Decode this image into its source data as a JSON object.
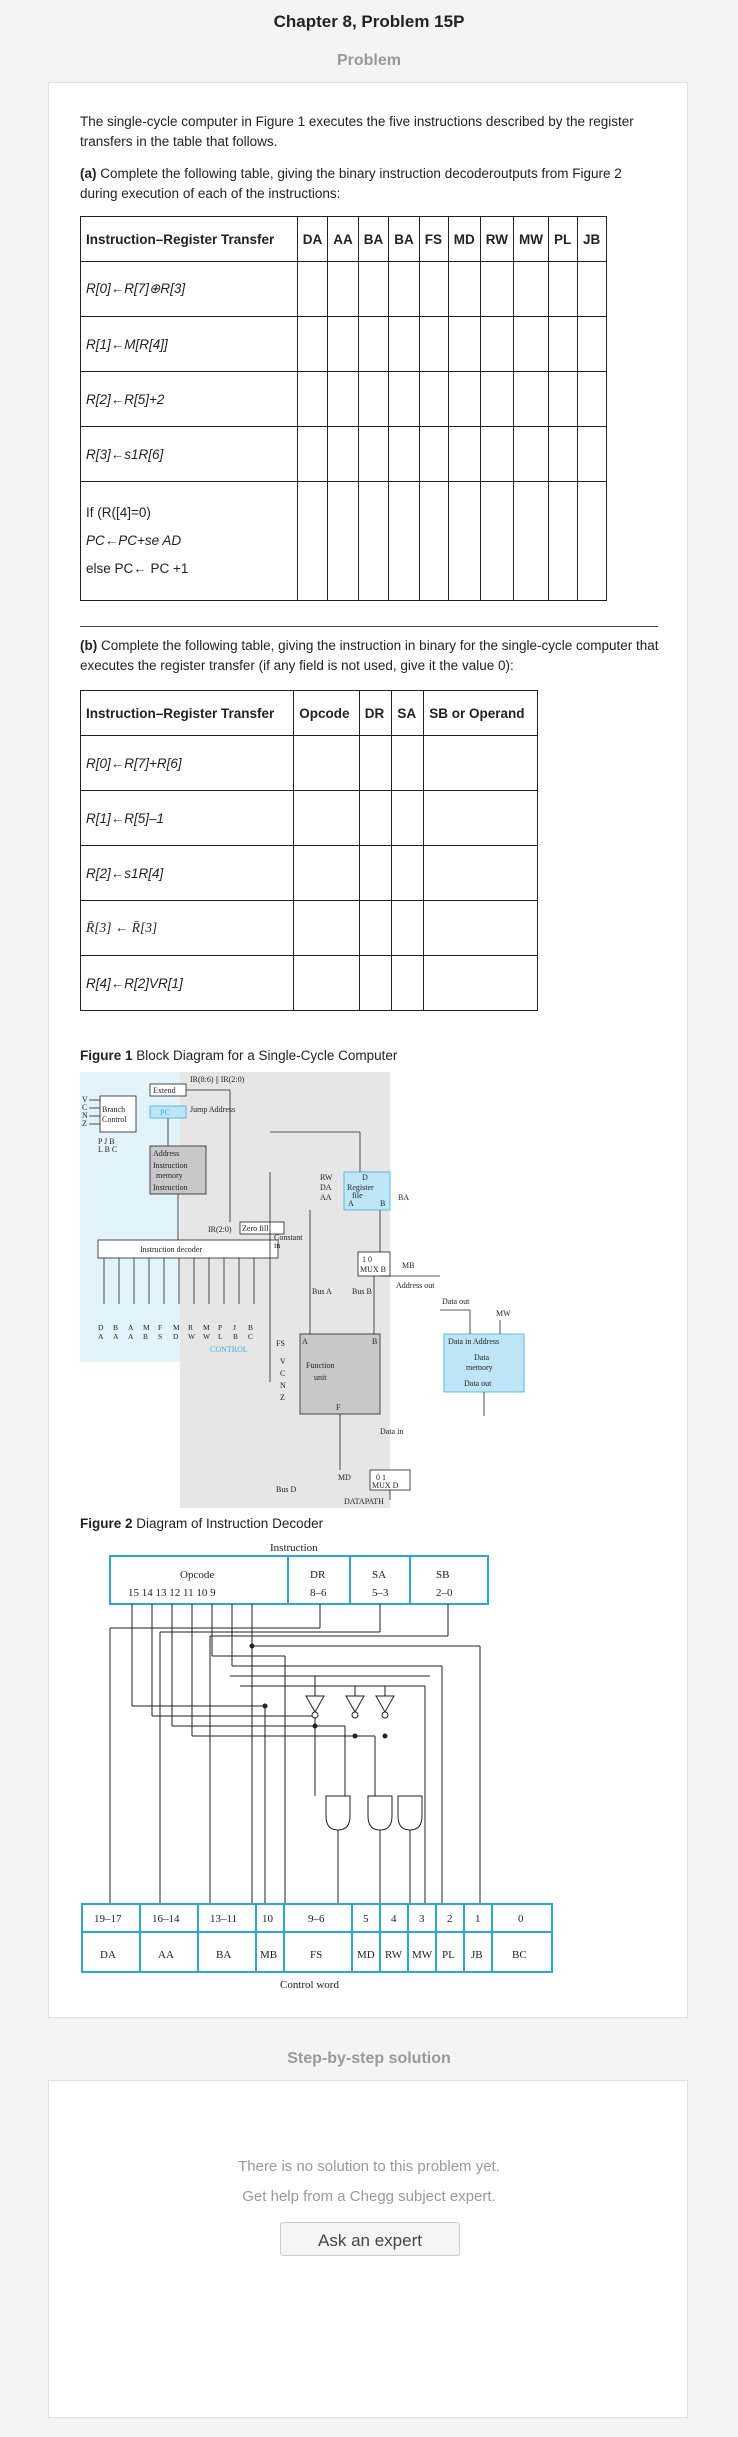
{
  "page_title": "Chapter 8, Problem 15P",
  "problem_label": "Problem",
  "intro": "The single-cycle computer in Figure 1 executes the five instructions described by the register transfers in the table that follows.",
  "part_a": {
    "label": "(a)",
    "text": " Complete the following table, giving the binary instruction decoderoutputs from Figure 2 during execution of each of the instructions:",
    "headers": [
      "Instruction–Register Transfer",
      "DA",
      "AA",
      "BA",
      "BA",
      "FS",
      "MD",
      "RW",
      "MW",
      "PL",
      "JB"
    ],
    "rows": [
      "R[0]←R[7]⊕R[3]",
      "R[1]←M[R[4]]",
      "R[2]←R[5]+2",
      "R[3]←s1R[6]"
    ],
    "last_row": [
      "If (R([4]=0)",
      "PC←PC+se AD",
      "else PC← PC +1"
    ]
  },
  "part_b": {
    "label": "(b)",
    "text": " Complete the following table, giving the instruction in binary for the single-cycle computer that executes the register transfer (if any field is not used, give it the value 0):",
    "headers": [
      "Instruction–Register Transfer",
      "Opcode",
      "DR",
      "SA",
      "SB or Operand"
    ],
    "rows": [
      "R[0]←R[7]+R[6]",
      "R[1]←R[5]–1",
      "R[2]←s1R[4]",
      "R̄[3] ← R̄[3]",
      "R[4]←R[2]VR[1]"
    ]
  },
  "figure1": {
    "label": "Figure 1",
    "caption": " Block Diagram for a Single-Cycle Computer",
    "texts": {
      "extend": "Extend",
      "ir_top": "IR(8:6) || IR(2:0)",
      "jump": "Jump Address",
      "branch": "Branch",
      "control": "Control",
      "pc": "PC",
      "address": "Address",
      "imem1": "Instruction",
      "imem2": "memory",
      "instruction": "Instruction",
      "ir20": "IR(2:0)",
      "zerofill": "Zero fill",
      "decoder": "Instruction decoder",
      "control_label": "CONTROL",
      "datapath": "DATAPATH",
      "d_label": "D",
      "regfile1": "Register",
      "regfile2": "file",
      "a_label": "A",
      "b_label": "B",
      "constant1": "Constant",
      "constant2": "in",
      "muxb": "MUX B",
      "mb": "MB",
      "bus_a": "Bus A",
      "bus_b": "Bus B",
      "addr_out": "Address out",
      "data_out": "Data out",
      "mw": "MW",
      "data_in_address": "Data in  Address",
      "dmem1": "Data",
      "dmem2": "memory",
      "dmem_out": "Data out",
      "func1": "Function",
      "func2": "unit",
      "f_label": "F",
      "fs": "FS",
      "data_in": "Data in",
      "md": "MD",
      "muxd": "MUX D",
      "bus_d": "Bus D",
      "rw": "RW",
      "da": "DA",
      "aa": "AA",
      "ba": "BA",
      "v": "V",
      "c": "C",
      "n": "N",
      "z": "Z",
      "bits": "0 1",
      "bits_b": "1 0",
      "pjb": "P J B",
      "lbc": "L B C",
      "dec_outs_top": [
        "D",
        "B",
        "A",
        "M",
        "F",
        "M",
        "R",
        "M",
        "P",
        "J",
        "B"
      ],
      "dec_outs_bot": [
        "A",
        "A",
        "A",
        "B",
        "S",
        "D",
        "W",
        "W",
        "L",
        "B",
        "C"
      ]
    }
  },
  "figure2": {
    "label": "Figure 2",
    "caption": " Diagram of Instruction Decoder",
    "instruction": "Instruction",
    "fields": [
      {
        "name": "Opcode",
        "bits": "15 14 13 12 11 10 9"
      },
      {
        "name": "DR",
        "bits": "8–6"
      },
      {
        "name": "SA",
        "bits": "5–3"
      },
      {
        "name": "SB",
        "bits": "2–0"
      }
    ],
    "ctrl_bits": [
      "19–17",
      "16–14",
      "13–11",
      "10",
      "9–6",
      "5",
      "4",
      "3",
      "2",
      "1",
      "0"
    ],
    "ctrl_names": [
      "DA",
      "AA",
      "BA",
      "MB",
      "FS",
      "MD",
      "RW",
      "MW",
      "PL",
      "JB",
      "BC"
    ],
    "control_word": "Control word"
  },
  "solution_label": "Step-by-step solution",
  "no_solution_1": "There is no solution to this problem yet.",
  "no_solution_2": "Get help from a Chegg subject expert.",
  "ask_button": "Ask an expert"
}
